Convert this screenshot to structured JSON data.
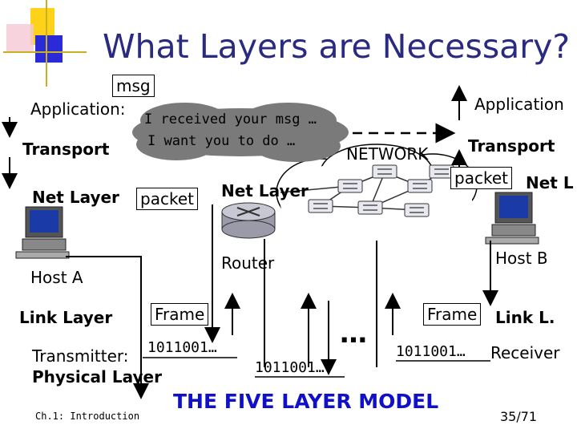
{
  "slide": {
    "title": "What Layers are Necessary?",
    "msg_label": "msg",
    "left_stack": {
      "application": "Application:",
      "transport": "Transport",
      "net_layer": "Net Layer",
      "host": "Host A",
      "link_layer": "Link Layer",
      "transmitter": "Transmitter:",
      "physical_layer": "Physical Layer"
    },
    "message_cloud": {
      "line1": "I received your msg …",
      "line2": "I want you to do …"
    },
    "packet_label": "packet",
    "router": {
      "net_layer": "Net Layer",
      "label": "Router"
    },
    "network_label": "NETWORK",
    "right_stack": {
      "application": "Application",
      "transport": "Transport",
      "packet": "packet",
      "net_layer": "Net L",
      "host": "Host B",
      "frame": "Frame",
      "link_layer": "Link L.",
      "bits": "1011001…",
      "receiver": "Receiver"
    },
    "frame_left": "Frame",
    "bits_left": "1011001…",
    "bits_middle": "1011001…",
    "ellipsis": "…",
    "model_caption": "THE FIVE LAYER MODEL",
    "footer_left": "Ch.1: Introduction",
    "page_number": "35/71",
    "colors": {
      "title": "#2a2a80",
      "accent_yellow": "#ffd21a",
      "accent_blue": "#2a2ad8",
      "caption_blue": "#1010c8",
      "cloud_fill": "#ffffff",
      "message_cloud_fill": "#7a7a7a"
    }
  }
}
